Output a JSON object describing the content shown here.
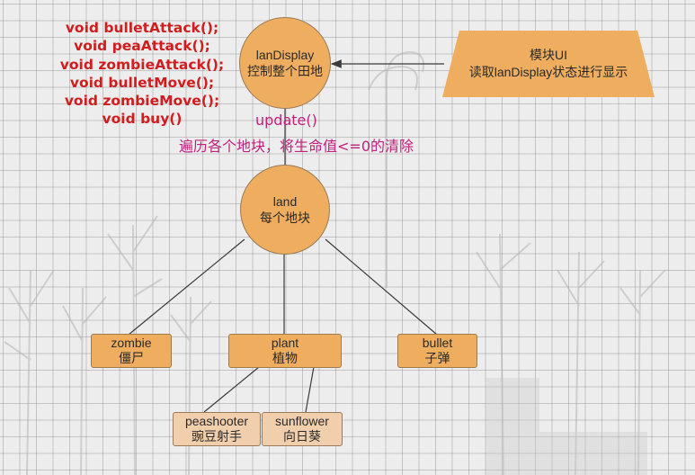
{
  "nodes": {
    "landisplay": {
      "line1": "lanDisplay",
      "line2": "控制整个田地"
    },
    "land": {
      "line1": "land",
      "line2": "每个地块"
    },
    "module_ui": {
      "line1": "模块UI",
      "line2": "读取lanDisplay状态进行显示"
    },
    "zombie": {
      "line1": "zombie",
      "line2": "僵尸"
    },
    "plant": {
      "line1": "plant",
      "line2": "植物"
    },
    "bullet": {
      "line1": "bullet",
      "line2": "子弹"
    },
    "peashooter": {
      "line1": "peashooter",
      "line2": "豌豆射手"
    },
    "sunflower": {
      "line1": "sunflower",
      "line2": "向日葵"
    }
  },
  "methods": [
    "void bulletAttack();",
    "void peaAttack();",
    "void zombieAttack();",
    "void bulletMove();",
    "void zombieMove();",
    "void buy()"
  ],
  "annotations": {
    "update_label": "update()",
    "update_desc": "遍历各个地块，将生命值<=0的清除"
  },
  "colors": {
    "node_fill": "#eead5f",
    "leaf_fill": "#f1cfac",
    "method_text": "#d11d1d",
    "annotation_text": "#c0227c",
    "edge": "#3b3b3b"
  }
}
